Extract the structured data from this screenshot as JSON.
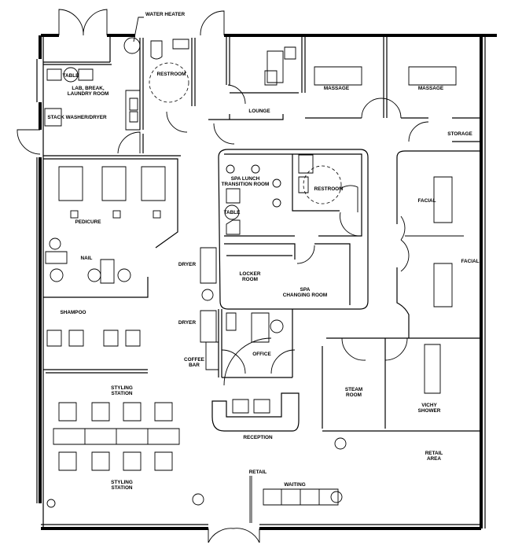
{
  "title": "Spa Salon Floor Plan",
  "rooms": {
    "water_heater": "WATER HEATER",
    "restroom_1": "RESTROOM",
    "lab_1": "LAB, BREAK,",
    "lab_2": "LAUNDRY ROOM",
    "washer": "STACK WASHER/DRYER",
    "table_1": "TABLE",
    "lounge": "LOUNGE",
    "massage_1": "MASSAGE",
    "massage_2": "MASSAGE",
    "storage": "STORAGE",
    "spa_lunch_1": "SPA LUNCH",
    "spa_lunch_2": "TRANSITION ROOM",
    "table_2": "TABLE",
    "restroom_2": "RESTROOM",
    "facial_1": "FACIAL",
    "facial_2": "FACIAL",
    "pedicure": "PEDICURE",
    "nail": "NAIL",
    "dryer_1": "DRYER",
    "dryer_2": "DRYER",
    "locker_1": "LOCKER",
    "locker_2": "ROOM",
    "changing_1": "SPA",
    "changing_2": "CHANGING ROOM",
    "shampoo": "SHAMPOO",
    "office": "OFFICE",
    "coffee_1": "COFFEE",
    "coffee_2": "BAR",
    "steam_1": "STEAM",
    "steam_2": "ROOM",
    "vichy_1": "VICHY",
    "vichy_2": "SHOWER",
    "styling_top_1": "STYLING",
    "styling_top_2": "STATION",
    "reception": "RECEPTION",
    "retail_area_1": "RETAIL",
    "retail_area_2": "AREA",
    "styling_bot_1": "STYLING",
    "styling_bot_2": "STATION",
    "retail": "RETAIL",
    "waiting": "WAITING"
  }
}
